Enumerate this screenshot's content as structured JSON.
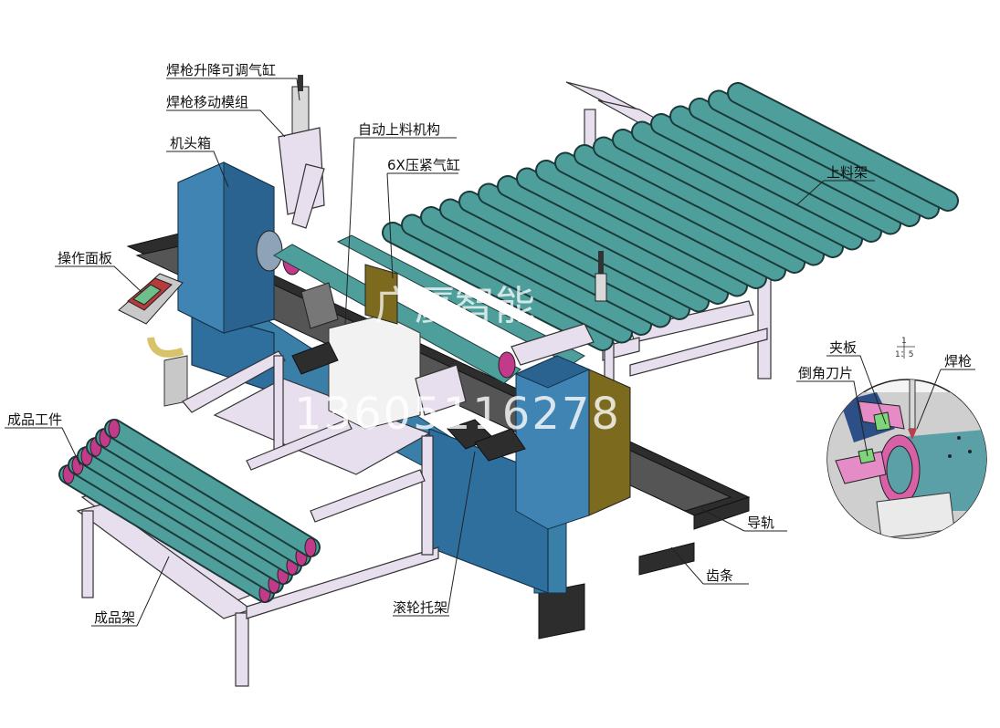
{
  "labels": {
    "welding_gun_lift_cylinder": "焊枪升降可调气缸",
    "welding_gun_move_module": "焊枪移动模组",
    "headstock": "机头箱",
    "auto_feeding": "自动上料机构",
    "clamp_cylinder": "6X压紧气缸",
    "feeding_rack": "上料架",
    "control_panel": "操作面板",
    "finished_workpiece": "成品工件",
    "finished_rack": "成品架",
    "roller_bracket": "滚轮托架",
    "guide_rail": "导轨",
    "rack_gear": "齿条",
    "clamp_plate": "夹板",
    "chamfer_blade": "倒角刀片",
    "welding_torch": "焊枪",
    "ratio_top": "1",
    "ratio_bottom": "1：5"
  },
  "watermark": {
    "company": "广厦智能",
    "phone": "13605116278"
  },
  "colors": {
    "machine_blue": "#2f6f9e",
    "roller_teal": "#4e9f9c",
    "frame_lavender": "#e8dfee",
    "base_dark": "#2d2d2d",
    "olive": "#7c6a1e",
    "magenta_clamp": "#c23a8a"
  }
}
